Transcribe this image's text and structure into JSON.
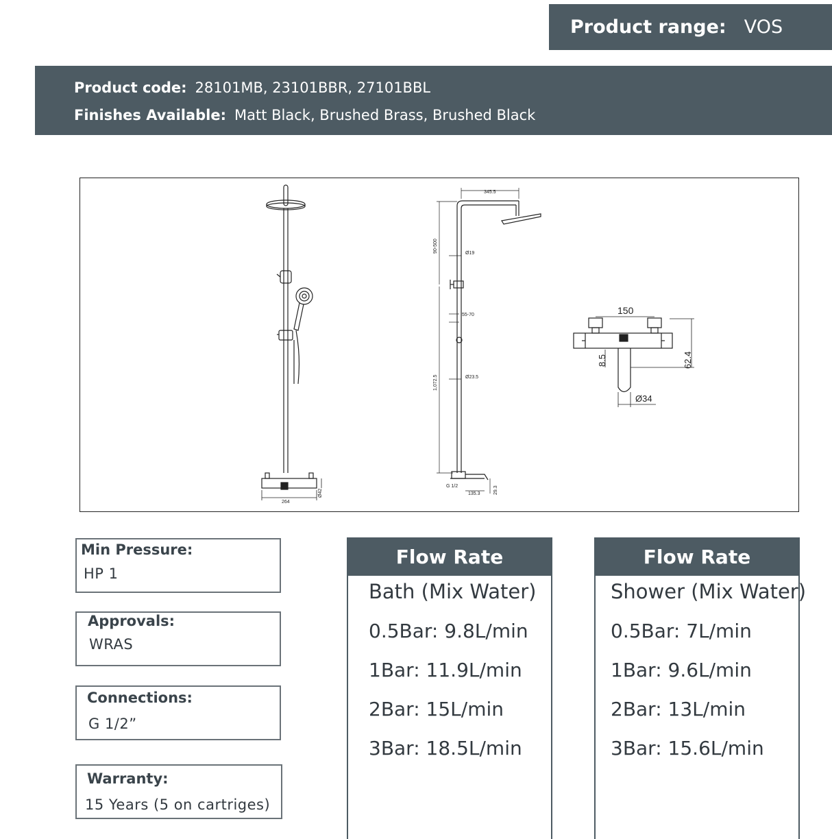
{
  "header": {
    "range_label": "Product range:",
    "range_value": "VOS",
    "code_label": "Product code:",
    "code_value": "28101MB, 23101BBR, 27101BBL",
    "finishes_label": "Finishes Available:",
    "finishes_value": "Matt Black, Brushed Brass, Brushed Black"
  },
  "drawing": {
    "front": {
      "width": "264",
      "depth": "Ø42"
    },
    "side": {
      "arm": "345.5",
      "height_adj": "90-500",
      "pipe_dia": "Ø19",
      "bracket": "55-70",
      "height": "1,072.5",
      "riser_dia": "Ø23.5",
      "inlet": "G 1/2",
      "spout": "135.3",
      "spout_h": "29.3"
    },
    "mixer": {
      "width": "150",
      "offset": "8.5",
      "height": "62.4",
      "dia": "Ø34"
    }
  },
  "specs": [
    {
      "label": "Min Pressure:",
      "value": "HP 1"
    },
    {
      "label": "Approvals:",
      "value": "WRAS"
    },
    {
      "label": "Connections:",
      "value": "G 1/2”"
    },
    {
      "label": "Warranty:",
      "value": "15 Years (5 on cartriges)"
    }
  ],
  "flow_bath": {
    "title": "Flow Rate",
    "subtitle": "Bath (Mix Water)",
    "rows": [
      "0.5Bar: 9.8L/min",
      "1Bar: 11.9L/min",
      "2Bar: 15L/min",
      "3Bar: 18.5L/min"
    ]
  },
  "flow_shower": {
    "title": "Flow Rate",
    "subtitle": "Shower (Mix Water)",
    "rows": [
      "0.5Bar: 7L/min",
      "1Bar: 9.6L/min",
      "2Bar: 13L/min",
      "3Bar: 15.6L/min"
    ]
  }
}
